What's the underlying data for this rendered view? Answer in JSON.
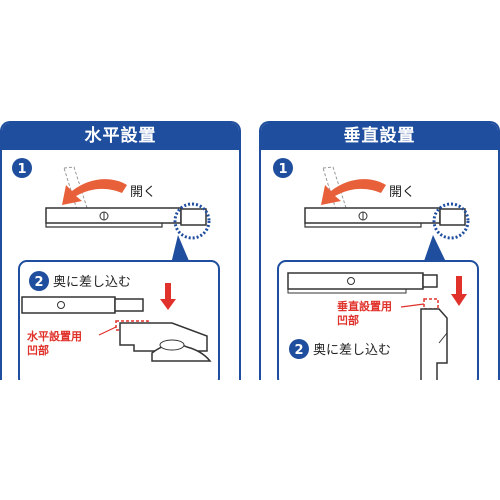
{
  "colors": {
    "brand_blue": "#1f4e9e",
    "accent_red": "#e0312a",
    "arrow_orange": "#e8603a"
  },
  "panels": [
    {
      "title": "水平設置",
      "step1_number": "1",
      "step1_label": "開く",
      "step2_number": "2",
      "step2_label": "奥に差し込む",
      "callout_line1": "水平設置用",
      "callout_line2": "凹部"
    },
    {
      "title": "垂直設置",
      "step1_number": "1",
      "step1_label": "開く",
      "step2_number": "2",
      "step2_label": "奥に差し込む",
      "callout_line1": "垂直設置用",
      "callout_line2": "凹部"
    }
  ]
}
